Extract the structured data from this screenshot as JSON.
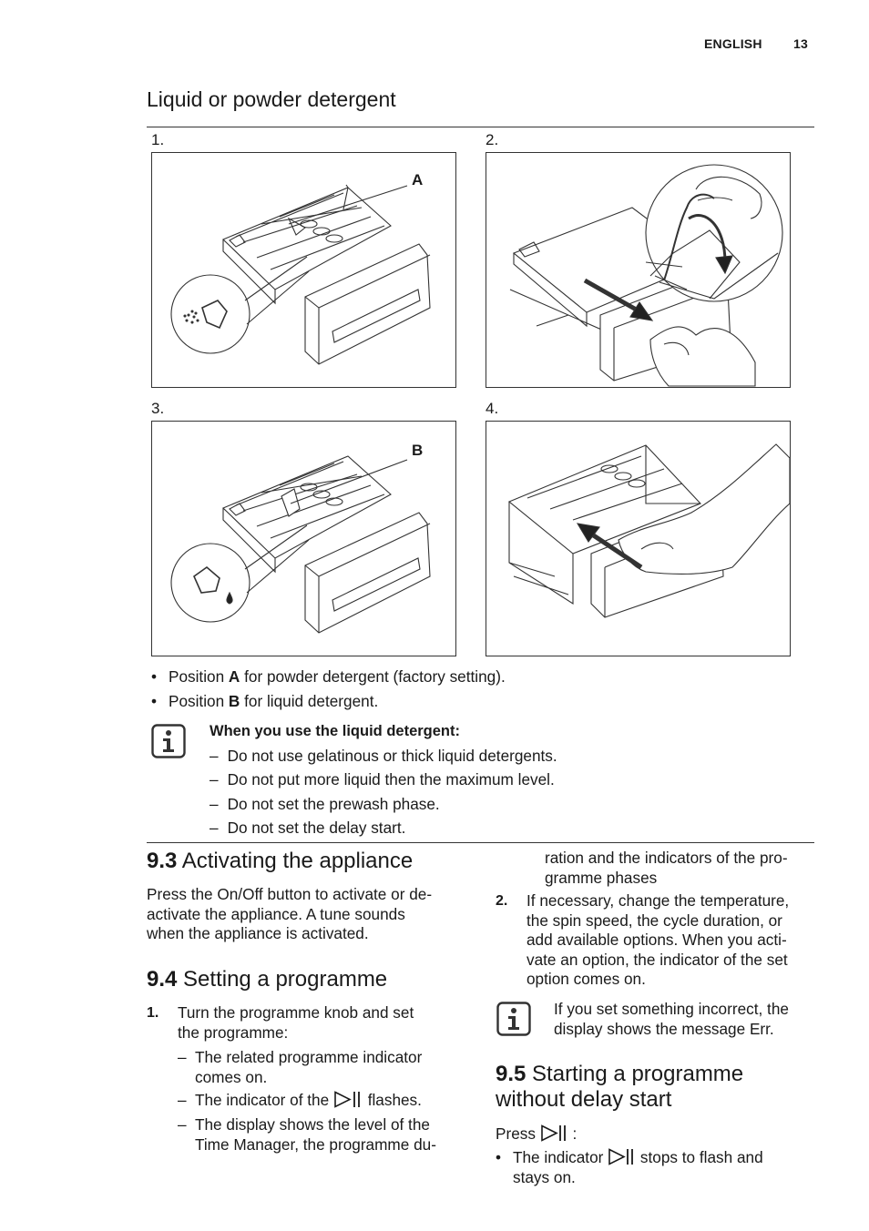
{
  "header": {
    "language": "ENGLISH",
    "page_number": "13"
  },
  "section_title": "Liquid or powder detergent",
  "figures": [
    {
      "number": "1.",
      "label": "A"
    },
    {
      "number": "2."
    },
    {
      "number": "3.",
      "label": "B"
    },
    {
      "number": "4."
    }
  ],
  "positions": [
    {
      "pre": "Position ",
      "bold": "A",
      "post": " for powder detergent (factory setting)."
    },
    {
      "pre": "Position ",
      "bold": "B",
      "post": " for liquid detergent."
    }
  ],
  "liquid_note": {
    "title": "When you use the liquid detergent:",
    "items": [
      "Do not use gelatinous or thick liquid detergents.",
      "Do not put more liquid then the maximum level.",
      "Do not set the prewash phase.",
      "Do not set the delay start."
    ]
  },
  "s93": {
    "num": "9.3",
    "title": " Activating the appliance",
    "lines": [
      "Press the On/Off button to activate or de-",
      "activate the appliance. A tune sounds",
      "when the appliance is activated."
    ]
  },
  "s94": {
    "num": "9.4",
    "title": " Setting a programme",
    "step1_num": "1.",
    "step1_lines": [
      "Turn the programme knob and set",
      "the programme:"
    ],
    "sub1_lines": [
      "The related programme indicator",
      "comes on."
    ],
    "sub2_pre": "The indicator of the ",
    "sub2_post": " flashes.",
    "sub3_lines": [
      "The display shows the level of the",
      "Time Manager, the programme du-"
    ]
  },
  "col2": {
    "cont_lines": [
      "ration and the indicators of the pro-",
      "gramme phases"
    ],
    "step2_num": "2.",
    "step2_lines": [
      "If necessary, change the temperature,",
      "the spin speed, the cycle duration, or",
      "add available options. When you acti-",
      "vate an option, the indicator of the set",
      "option comes on."
    ],
    "info_lines": [
      "If you set something incorrect, the",
      "display shows the message Err."
    ]
  },
  "s95": {
    "num": "9.5",
    "title_line1": " Starting a programme",
    "title_line2": "without delay start",
    "press_pre": "Press ",
    "press_post": " :",
    "bullet_pre": "The indicator ",
    "bullet_post": " stops to flash and",
    "bullet_line2": "stays on."
  },
  "icons": {
    "info": "info-icon",
    "start_pause": "start-pause-icon",
    "dash": "–",
    "bullet": "•"
  }
}
